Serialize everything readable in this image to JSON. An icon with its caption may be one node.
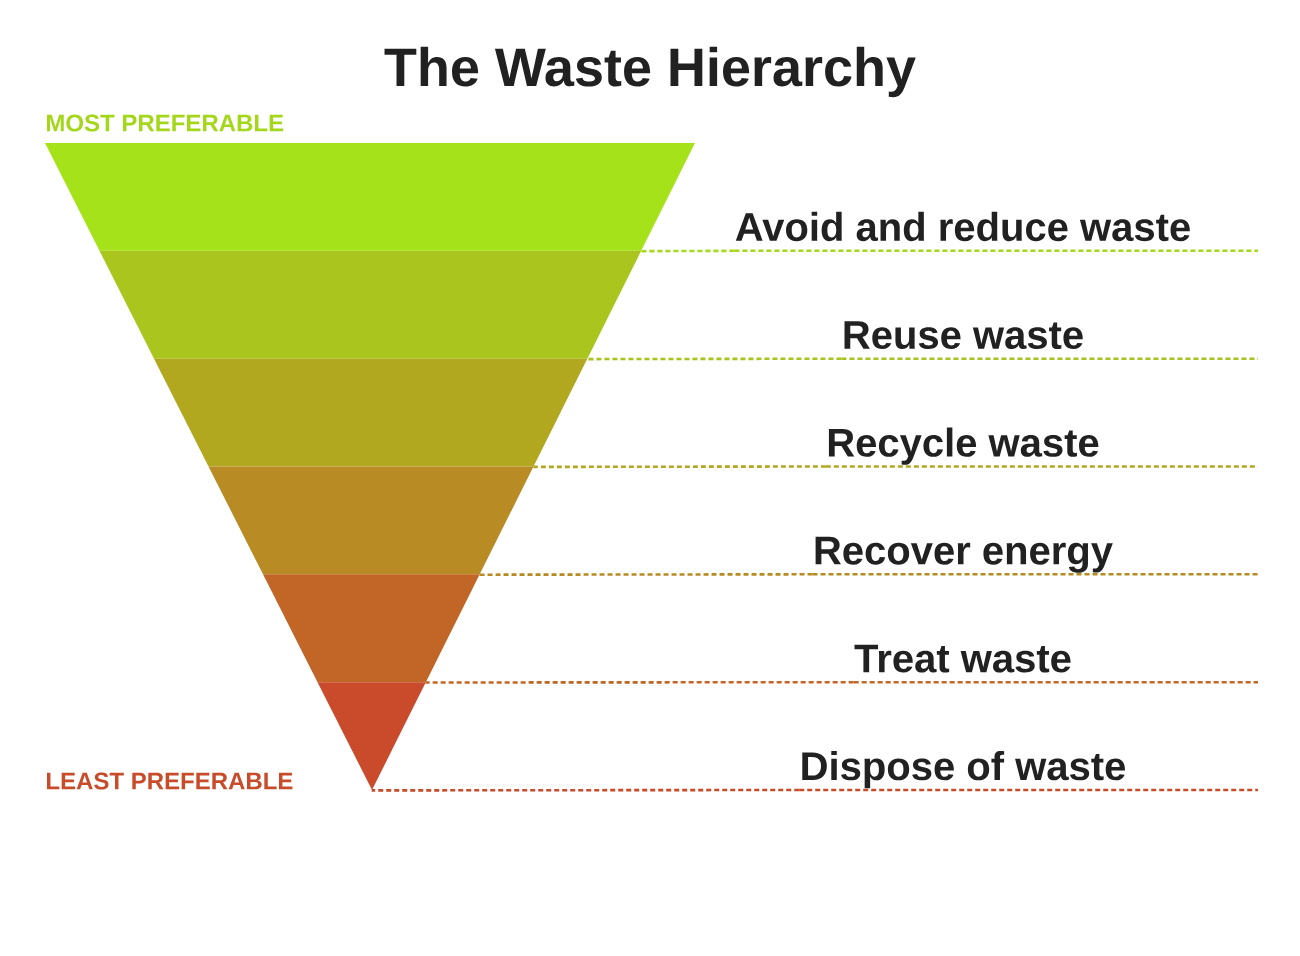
{
  "diagram": {
    "title": "The Waste Hierarchy",
    "nodes": [
      {
        "text": [],
        "shape": "band"
      },
      {
        "text": [],
        "shape": "band"
      },
      {
        "text": [],
        "shape": "band"
      },
      {
        "text": [],
        "shape": "band"
      },
      {
        "text": [],
        "shape": "band"
      },
      {
        "text": [],
        "shape": "triangle"
      },
      {
        "text": [
          "Avoid and reduce waste"
        ]
      },
      {
        "text": [
          "Reuse waste"
        ]
      },
      {
        "text": [
          "Recycle waste"
        ]
      },
      {
        "text": [
          "Recover energy"
        ]
      },
      {
        "text": [
          "Treat waste"
        ]
      },
      {
        "text": [
          "Dispose of waste"
        ]
      }
    ],
    "edges": [
      {
        "from": 6,
        "to": 0,
        "arrow": "none",
        "style": "dashed",
        "color": "#a6d91c"
      },
      {
        "from": 7,
        "to": 1,
        "arrow": "none",
        "style": "dashed",
        "color": "#a9c21e"
      },
      {
        "from": 8,
        "to": 2,
        "arrow": "none",
        "style": "dashed",
        "color": "#b2a622"
      },
      {
        "from": 9,
        "to": 3,
        "arrow": "none",
        "style": "dashed",
        "color": "#b88a24"
      },
      {
        "from": 10,
        "to": 4,
        "arrow": "none",
        "style": "dashed",
        "color": "#c16626"
      },
      {
        "from": 11,
        "to": 5,
        "arrow": "none",
        "style": "dashed",
        "color": "#c94b2b"
      }
    ],
    "labels": [
      "MOST PREFERABLE",
      "LEAST PREFERABLE"
    ]
  }
}
